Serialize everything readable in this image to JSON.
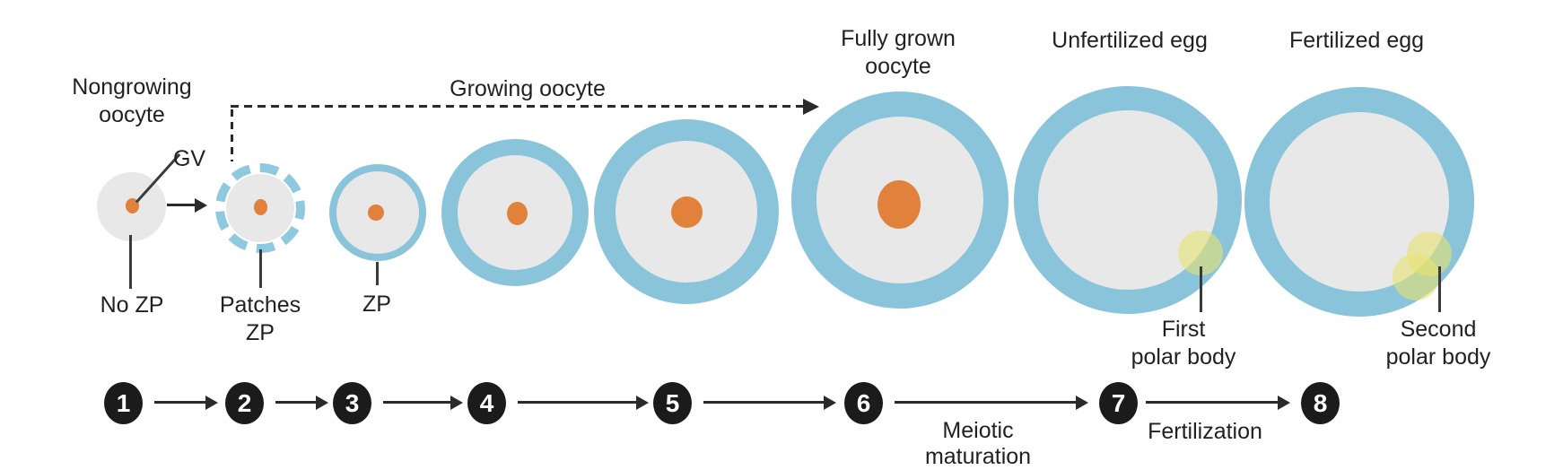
{
  "labels": {
    "nongrowing_line1": "Nongrowing",
    "nongrowing_line2": "oocyte",
    "growing": "Growing oocyte",
    "fully_grown_line1": "Fully grown",
    "fully_grown_line2": "oocyte",
    "unfertilized": "Unfertilized egg",
    "fertilized": "Fertilized egg"
  },
  "annotations": {
    "gv": "GV",
    "no_zp": "No ZP",
    "patches_zp_line1": "Patches",
    "patches_zp_line2": "ZP",
    "zp": "ZP",
    "first_polar_body_line1": "First",
    "first_polar_body_line2": "polar body",
    "second_polar_body_line1": "Second",
    "second_polar_body_line2": "polar body"
  },
  "timeline": {
    "steps": [
      "1",
      "2",
      "3",
      "4",
      "5",
      "6",
      "7",
      "8"
    ],
    "meiotic_line1": "Meiotic",
    "meiotic_line2": "maturation",
    "fertilization": "Fertilization"
  },
  "colors": {
    "zona_blue": "#8AC4DB",
    "zona_dash_blue": "#8FC9DF",
    "cytoplasm_gray": "#E8E8E9",
    "gv_orange": "#E2813C",
    "polar_body_yellow": "rgba(232,227,112,0.60)",
    "step_black": "#1B1B1B",
    "line_dark": "#3A3A3A",
    "arrow_black": "#2A2A2A",
    "text_black": "#231F20"
  }
}
